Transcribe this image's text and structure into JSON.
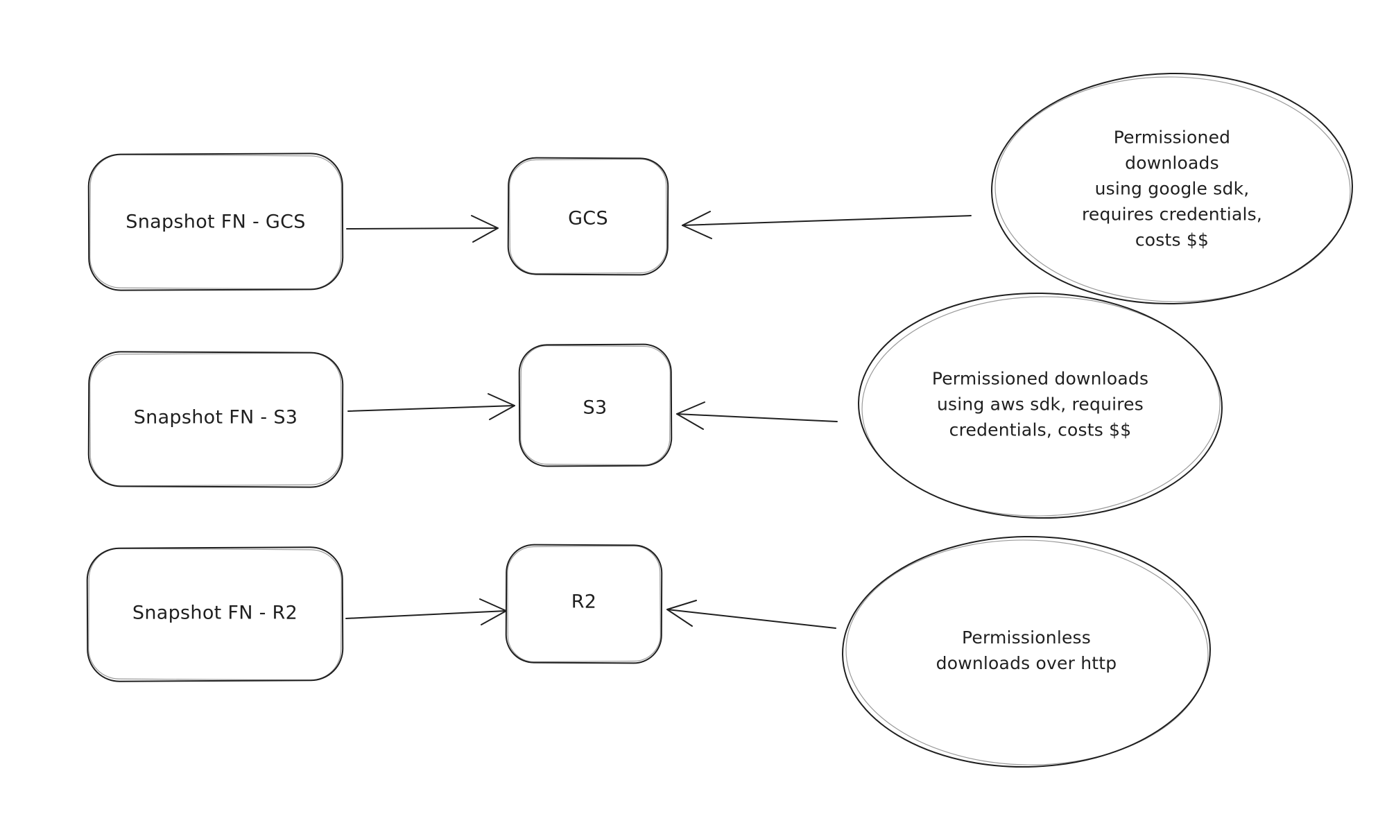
{
  "diagram": {
    "background_color": "#ffffff",
    "ink_color": "#1f1f1f",
    "rows": [
      {
        "source_label": "Snapshot FN - GCS",
        "target_label": "GCS",
        "note": "Permissioned downloads\nusing google sdk,\nrequires credentials,\ncosts $$"
      },
      {
        "source_label": "Snapshot FN - S3",
        "target_label": "S3",
        "note": "Permissioned downloads\nusing aws sdk, requires\ncredentials, costs $$"
      },
      {
        "source_label": "Snapshot FN - R2",
        "target_label": "R2",
        "note": "Permissionless\ndownloads over http"
      }
    ]
  }
}
